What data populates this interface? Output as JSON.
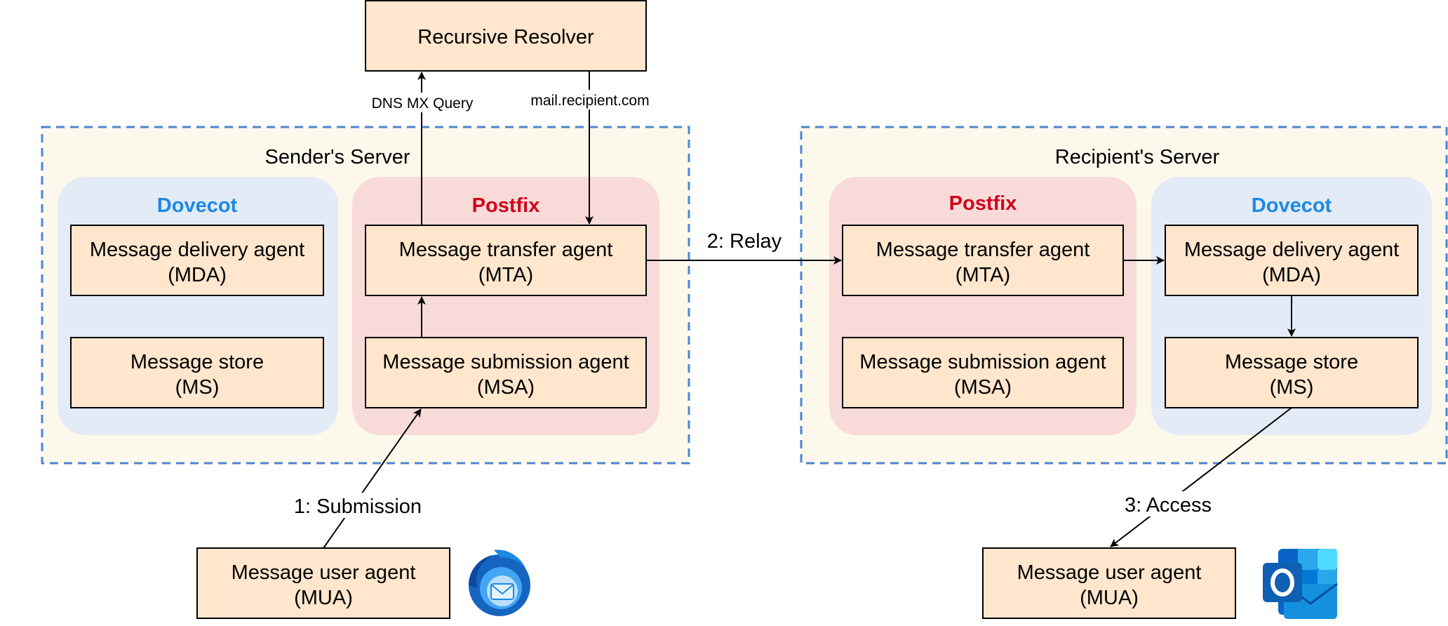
{
  "colors": {
    "server_bg": "#fdf8ec",
    "server_border": "#4a86d1",
    "dovecot_bg": "#e3ebf6",
    "postfix_bg": "#f8dbd9",
    "box_fill": "#ffe6cc",
    "dovecot_title": "#1e88e5",
    "postfix_title": "#d0021b"
  },
  "recursive_resolver": {
    "label": "Recursive Resolver"
  },
  "dns_query_label": "DNS MX Query",
  "dns_answer_label": "mail.recipient.com",
  "sender": {
    "title": "Sender's Server",
    "dovecot": {
      "title": "Dovecot",
      "mda": {
        "line1": "Message delivery agent",
        "line2": "(MDA)"
      },
      "ms": {
        "line1": "Message store",
        "line2": "(MS)"
      }
    },
    "postfix": {
      "title": "Postfix",
      "mta": {
        "line1": "Message transfer agent",
        "line2": "(MTA)"
      },
      "msa": {
        "line1": "Message submission agent",
        "line2": "(MSA)"
      }
    },
    "mua": {
      "line1": "Message user agent",
      "line2": "(MUA)"
    },
    "client_icon": "thunderbird-icon"
  },
  "recipient": {
    "title": "Recipient's Server",
    "postfix": {
      "title": "Postfix",
      "mta": {
        "line1": "Message transfer agent",
        "line2": "(MTA)"
      },
      "msa": {
        "line1": "Message submission agent",
        "line2": "(MSA)"
      }
    },
    "dovecot": {
      "title": "Dovecot",
      "mda": {
        "line1": "Message delivery agent",
        "line2": "(MDA)"
      },
      "ms": {
        "line1": "Message store",
        "line2": "(MS)"
      }
    },
    "mua": {
      "line1": "Message user agent",
      "line2": "(MUA)"
    },
    "client_icon": "outlook-icon"
  },
  "edges": {
    "submission": "1: Submission",
    "relay": "2: Relay",
    "access": "3: Access"
  }
}
